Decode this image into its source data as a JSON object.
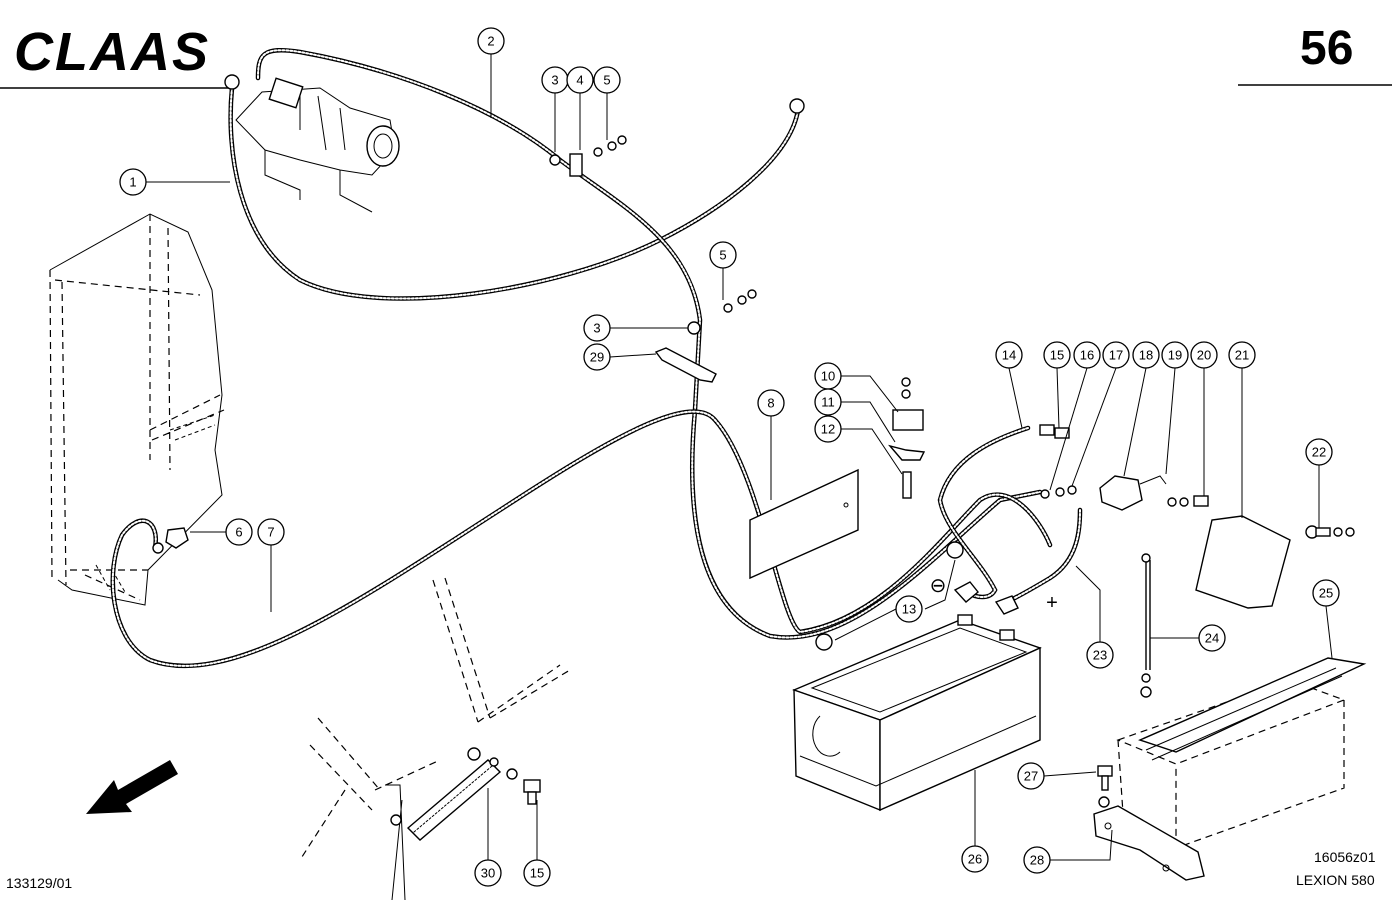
{
  "header": {
    "logo_text": "CLAAS",
    "page_number": "56"
  },
  "footer": {
    "left_code": "133129/01",
    "right_code": "16056z01",
    "model": "LEXION 580"
  },
  "signs": {
    "minus": "⊖",
    "plus": "+"
  },
  "callouts": [
    {
      "id": "c1",
      "label": "1"
    },
    {
      "id": "c2",
      "label": "2"
    },
    {
      "id": "c3a",
      "label": "3"
    },
    {
      "id": "c4",
      "label": "4"
    },
    {
      "id": "c5a",
      "label": "5"
    },
    {
      "id": "c5b",
      "label": "5"
    },
    {
      "id": "c3b",
      "label": "3"
    },
    {
      "id": "c29",
      "label": "29"
    },
    {
      "id": "c6",
      "label": "6"
    },
    {
      "id": "c7",
      "label": "7"
    },
    {
      "id": "c8",
      "label": "8"
    },
    {
      "id": "c10",
      "label": "10"
    },
    {
      "id": "c11",
      "label": "11"
    },
    {
      "id": "c12",
      "label": "12"
    },
    {
      "id": "c13",
      "label": "13"
    },
    {
      "id": "c14",
      "label": "14"
    },
    {
      "id": "c15a",
      "label": "15"
    },
    {
      "id": "c16",
      "label": "16"
    },
    {
      "id": "c17",
      "label": "17"
    },
    {
      "id": "c18",
      "label": "18"
    },
    {
      "id": "c19",
      "label": "19"
    },
    {
      "id": "c20",
      "label": "20"
    },
    {
      "id": "c21",
      "label": "21"
    },
    {
      "id": "c22",
      "label": "22"
    },
    {
      "id": "c23",
      "label": "23"
    },
    {
      "id": "c24",
      "label": "24"
    },
    {
      "id": "c25",
      "label": "25"
    },
    {
      "id": "c26",
      "label": "26"
    },
    {
      "id": "c27",
      "label": "27"
    },
    {
      "id": "c28",
      "label": "28"
    },
    {
      "id": "c30",
      "label": "30"
    },
    {
      "id": "c15b",
      "label": "15"
    }
  ]
}
